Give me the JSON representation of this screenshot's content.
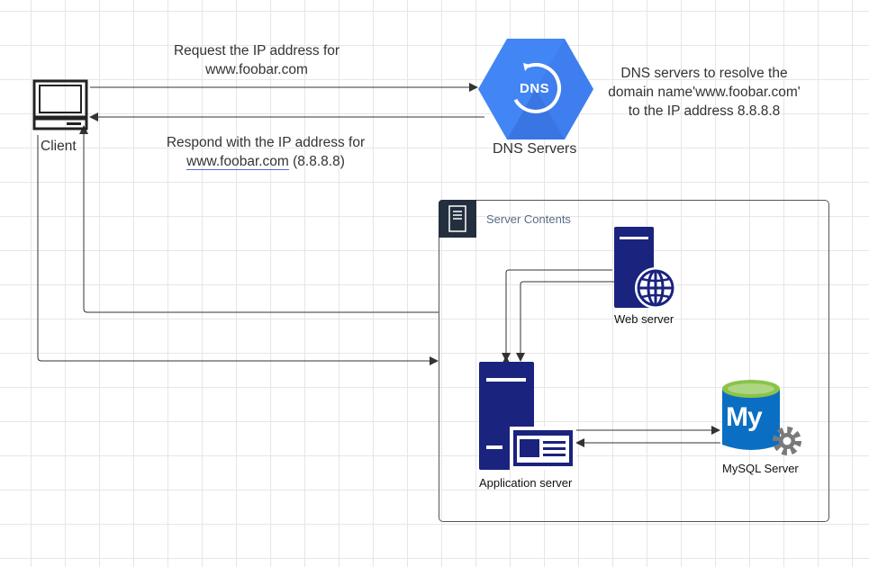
{
  "client": {
    "label": "Client"
  },
  "dns": {
    "label": "DNS Servers",
    "badge_text": "DNS",
    "description_lines": [
      "DNS servers to resolve  the",
      "domain name'www.foobar.com'",
      "to the IP address 8.8.8.8"
    ]
  },
  "request": {
    "lines": [
      "Request the IP address for",
      "www.foobar.com"
    ]
  },
  "response": {
    "line1": "Respond with the IP address for",
    "link": "www.foobar.com",
    "suffix": " (8.8.8.8)"
  },
  "server_group": {
    "label": "Server Contents"
  },
  "web_server": {
    "label": "Web server"
  },
  "app_server": {
    "label": "Application server"
  },
  "mysql": {
    "label": "MySQL Server",
    "logo_text": "My"
  },
  "colors": {
    "server_navy": "#1a237e",
    "dns_blue": "#4285f4",
    "group_header": "#232f3e",
    "mysql_blue": "#0a6fc2",
    "mysql_green": "#8bc34a",
    "gear_gray": "#7a7a7a"
  }
}
